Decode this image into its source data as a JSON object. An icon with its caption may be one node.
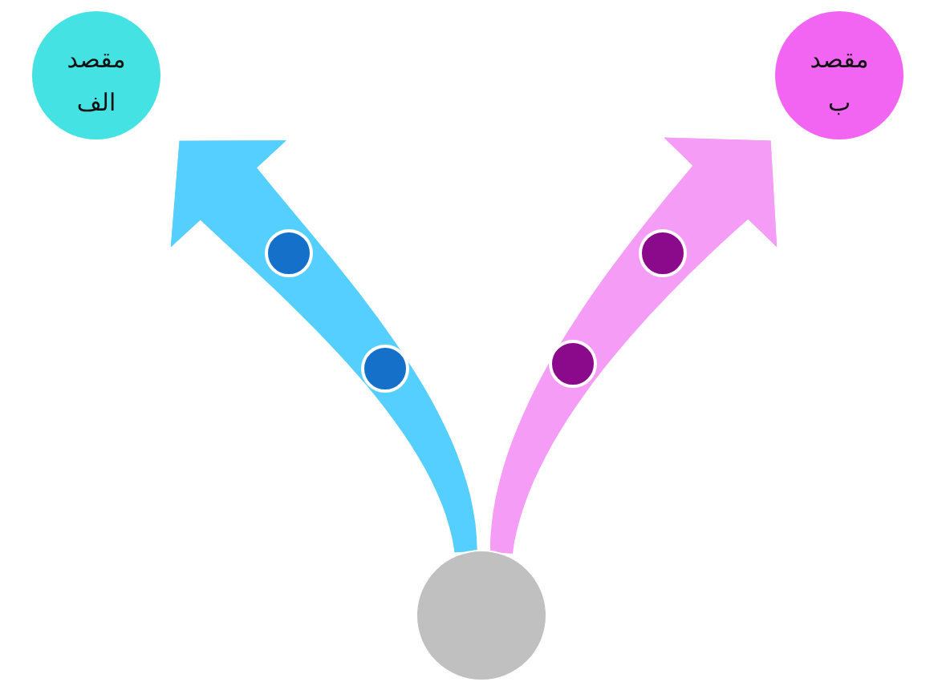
{
  "diagram": {
    "nodes": [
      {
        "text": [],
        "shape": "circle"
      },
      {
        "text": [
          "مقصد الف"
        ]
      },
      {
        "text": [
          "مقصد ب"
        ]
      }
    ],
    "edges": [
      {
        "from": 0,
        "to": 1,
        "arrow": "to",
        "color": "#55cfff"
      },
      {
        "from": 0,
        "to": 2,
        "arrow": "to",
        "color": "#f59cf7"
      }
    ]
  }
}
